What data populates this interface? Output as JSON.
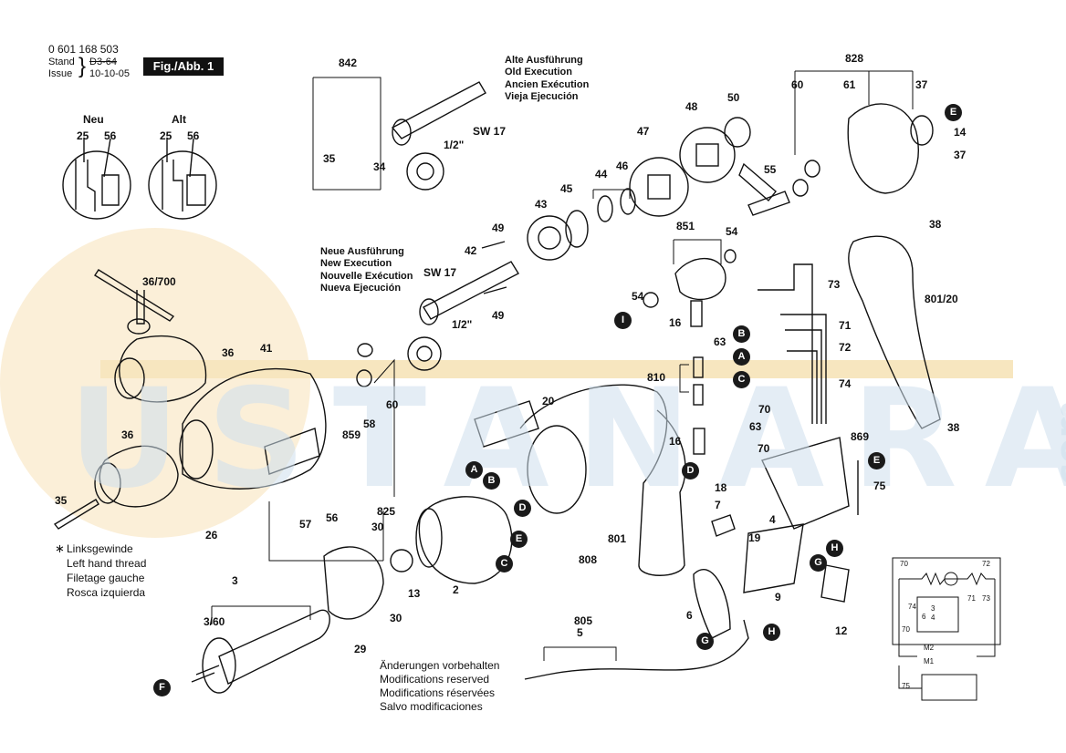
{
  "header": {
    "part_number": "0 601 168 503",
    "stand_label": "Stand",
    "issue_label": "Issue",
    "stand_value": "D3-64",
    "issue_value": "10-10-05",
    "figure_label": "Fig./Abb. 1"
  },
  "old_execution_note": [
    "Alte Ausführung",
    "Old Execution",
    "Ancien Exécution",
    "Vieja Ejecución"
  ],
  "new_execution_note": [
    "Neue Ausführung",
    "New Execution",
    "Nouvelle Exécution",
    "Nueva Ejecución"
  ],
  "left_thread_note": [
    "Linksgewinde",
    "Left hand thread",
    "Filetage gauche",
    "Rosca izquierda"
  ],
  "left_thread_star": "∗",
  "modifications_note": [
    "Änderungen vorbehalten",
    "Modifications reserved",
    "Modifications réservées",
    "Salvo modificaciones"
  ],
  "detail_labels": {
    "new": "Neu",
    "old": "Alt",
    "n25a": "25",
    "n56a": "56",
    "n25b": "25",
    "n56b": "56"
  },
  "watermark": {
    "main": "USTANARA",
    "side": ".com"
  },
  "parts": {
    "p842": "842",
    "p35a": "35",
    "p34": "34",
    "sw17a": "SW 17",
    "half_a": "1/2\"",
    "p828": "828",
    "p60a": "60",
    "p61": "61",
    "p37a": "37",
    "p37b": "37",
    "p14": "14",
    "p50": "50",
    "p48": "48",
    "p47": "47",
    "p46": "46",
    "p44": "44",
    "p45": "45",
    "p43": "43",
    "p55": "55",
    "p851": "851",
    "p54a": "54",
    "p54b": "54",
    "p49a": "49",
    "p49b": "49",
    "p42": "42",
    "sw17b": "SW 17",
    "half_b": "1/2\"",
    "p38a": "38",
    "p38b": "38",
    "p801_20": "801/20",
    "p73": "73",
    "p71": "71",
    "p72": "72",
    "p74": "74",
    "p16a": "16",
    "p16b": "16",
    "p63a": "63",
    "p63b": "63",
    "p810": "810",
    "p70a": "70",
    "p70b": "70",
    "p869": "869",
    "p75": "75",
    "p18": "18",
    "p19": "19",
    "p4": "4",
    "p7": "7",
    "p9": "9",
    "p12": "12",
    "p6": "6",
    "p36_700": "36/700",
    "p36a": "36",
    "p36b": "36",
    "p35b": "35",
    "p41": "41",
    "p60b": "60",
    "p58": "58",
    "p859": "859",
    "p20": "20",
    "p26": "26",
    "p57": "57",
    "p56": "56",
    "p825": "825",
    "p30a": "30",
    "p30b": "30",
    "p13": "13",
    "p2": "2",
    "p808": "808",
    "p801": "801",
    "p3": "3",
    "p3_60": "3/60",
    "p29": "29",
    "p805": "805",
    "p5": "5"
  },
  "markers": [
    "A",
    "B",
    "C",
    "D",
    "E",
    "F",
    "G",
    "H",
    "I"
  ],
  "schematic": {
    "c70a": "70",
    "c72": "72",
    "c74": "74",
    "c71": "71",
    "c73": "73",
    "c3": "3",
    "c4": "4",
    "c6": "6",
    "c70b": "70",
    "m2": "M2",
    "m1": "M1",
    "c75": "75"
  }
}
